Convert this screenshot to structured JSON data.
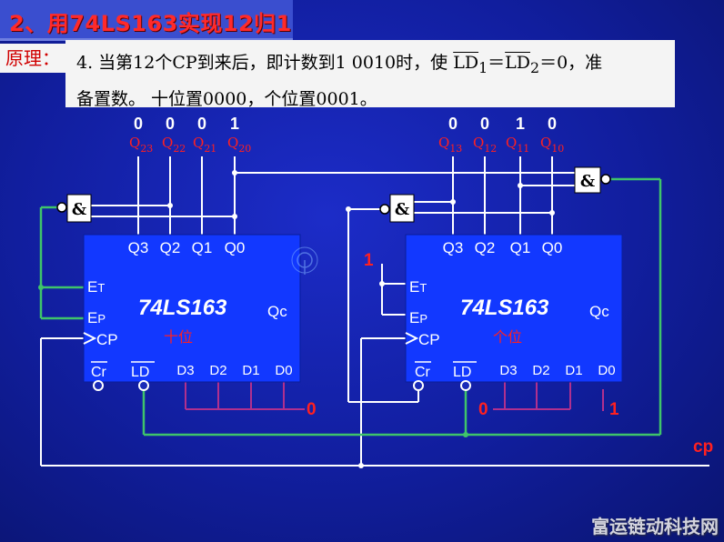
{
  "title": "2、用74LS163实现12归1",
  "principle": {
    "label": "原理：",
    "line1_pre": "4. 当第12个CP到来后，即计数到1  0010时，使 ",
    "ld1": "LD",
    "sub1": "1",
    "eq": "＝",
    "ld2": "LD",
    "sub2": "2",
    "line1_post": "＝0，准",
    "line2": "备置数。 十位置0000，个位置0001。"
  },
  "tens_chip": {
    "outputs": [
      "Q3",
      "Q2",
      "Q1",
      "Q0"
    ],
    "name": "74LS163",
    "carry": "Qc",
    "place": "十位",
    "et": "ET",
    "ep": "EP",
    "cp": "CP",
    "cr": "Cr",
    "ld": "LD",
    "data_inputs": [
      "D3",
      "D2",
      "D1",
      "D0"
    ],
    "q_labels": [
      "Q23",
      "Q22",
      "Q21",
      "Q20"
    ],
    "bit_values": [
      "0",
      "0",
      "0",
      "1"
    ],
    "preset": "0"
  },
  "units_chip": {
    "outputs": [
      "Q3",
      "Q2",
      "Q1",
      "Q0"
    ],
    "name": "74LS163",
    "carry": "Qc",
    "place": "个位",
    "et": "ET",
    "ep": "EP",
    "cp": "CP",
    "cr": "Cr",
    "ld": "LD",
    "data_inputs": [
      "D3",
      "D2",
      "D1",
      "D0"
    ],
    "q_labels": [
      "Q13",
      "Q12",
      "Q11",
      "Q10"
    ],
    "bit_values": [
      "0",
      "0",
      "1",
      "0"
    ],
    "preset_low": "0",
    "preset_high": "1",
    "enable_level": "1"
  },
  "gate_symbol": "&",
  "clock_label": "cp",
  "watermark": "富运链动科技网",
  "colors": {
    "wire": "#ffffff",
    "feedback_wire": "#3fc46a",
    "preset_wire": "#b0308e",
    "chip_fill": "#1238ff",
    "label_red": "#ff2020",
    "title_red": "#ff2a2a"
  }
}
